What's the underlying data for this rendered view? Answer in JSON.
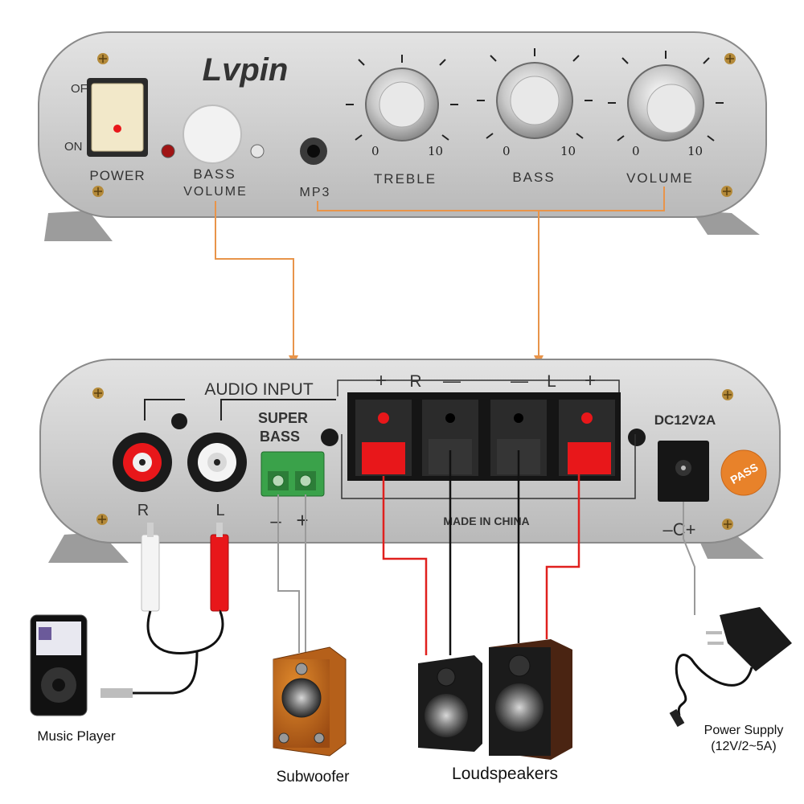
{
  "front_panel": {
    "brand": "Lvpin",
    "switch_off": "OFF",
    "switch_on": "ON",
    "power_label": "POWER",
    "bass_volume_line1": "BASS",
    "bass_volume_line2": "VOLUME",
    "mp3_label": "MP3",
    "knobs": [
      {
        "label": "TREBLE",
        "min": "0",
        "max": "10"
      },
      {
        "label": "BASS",
        "min": "0",
        "max": "10"
      },
      {
        "label": "VOLUME",
        "min": "0",
        "max": "10"
      }
    ]
  },
  "rear_panel": {
    "audio_input": "AUDIO INPUT",
    "rca_r": "R",
    "rca_l": "L",
    "super_bass_line1": "SUPER",
    "super_bass_line2": "BASS",
    "sb_minus": "–",
    "sb_plus": "+",
    "terminal_plus_r": "+",
    "terminal_r": "R",
    "terminal_minus_r": "—",
    "terminal_minus_l": "—",
    "terminal_l": "L",
    "terminal_plus_l": "+",
    "made_in": "MADE IN CHINA",
    "dc_label": "DC12V2A",
    "pass_sticker": "PASS",
    "polarity_symbol": "–C+"
  },
  "devices": {
    "music_player": "Music Player",
    "subwoofer": "Subwoofer",
    "loudspeakers": "Loudspeakers",
    "power_supply_line1": "Power Supply",
    "power_supply_line2": "(12V/2~5A)"
  },
  "colors": {
    "arrow": "#e8944a",
    "speaker_wire_red": "#e0201e",
    "speaker_wire_black": "#111111",
    "panel": "#c9c9c9",
    "terminal_red": "#e8171a",
    "terminal_green": "#3aa24a"
  }
}
